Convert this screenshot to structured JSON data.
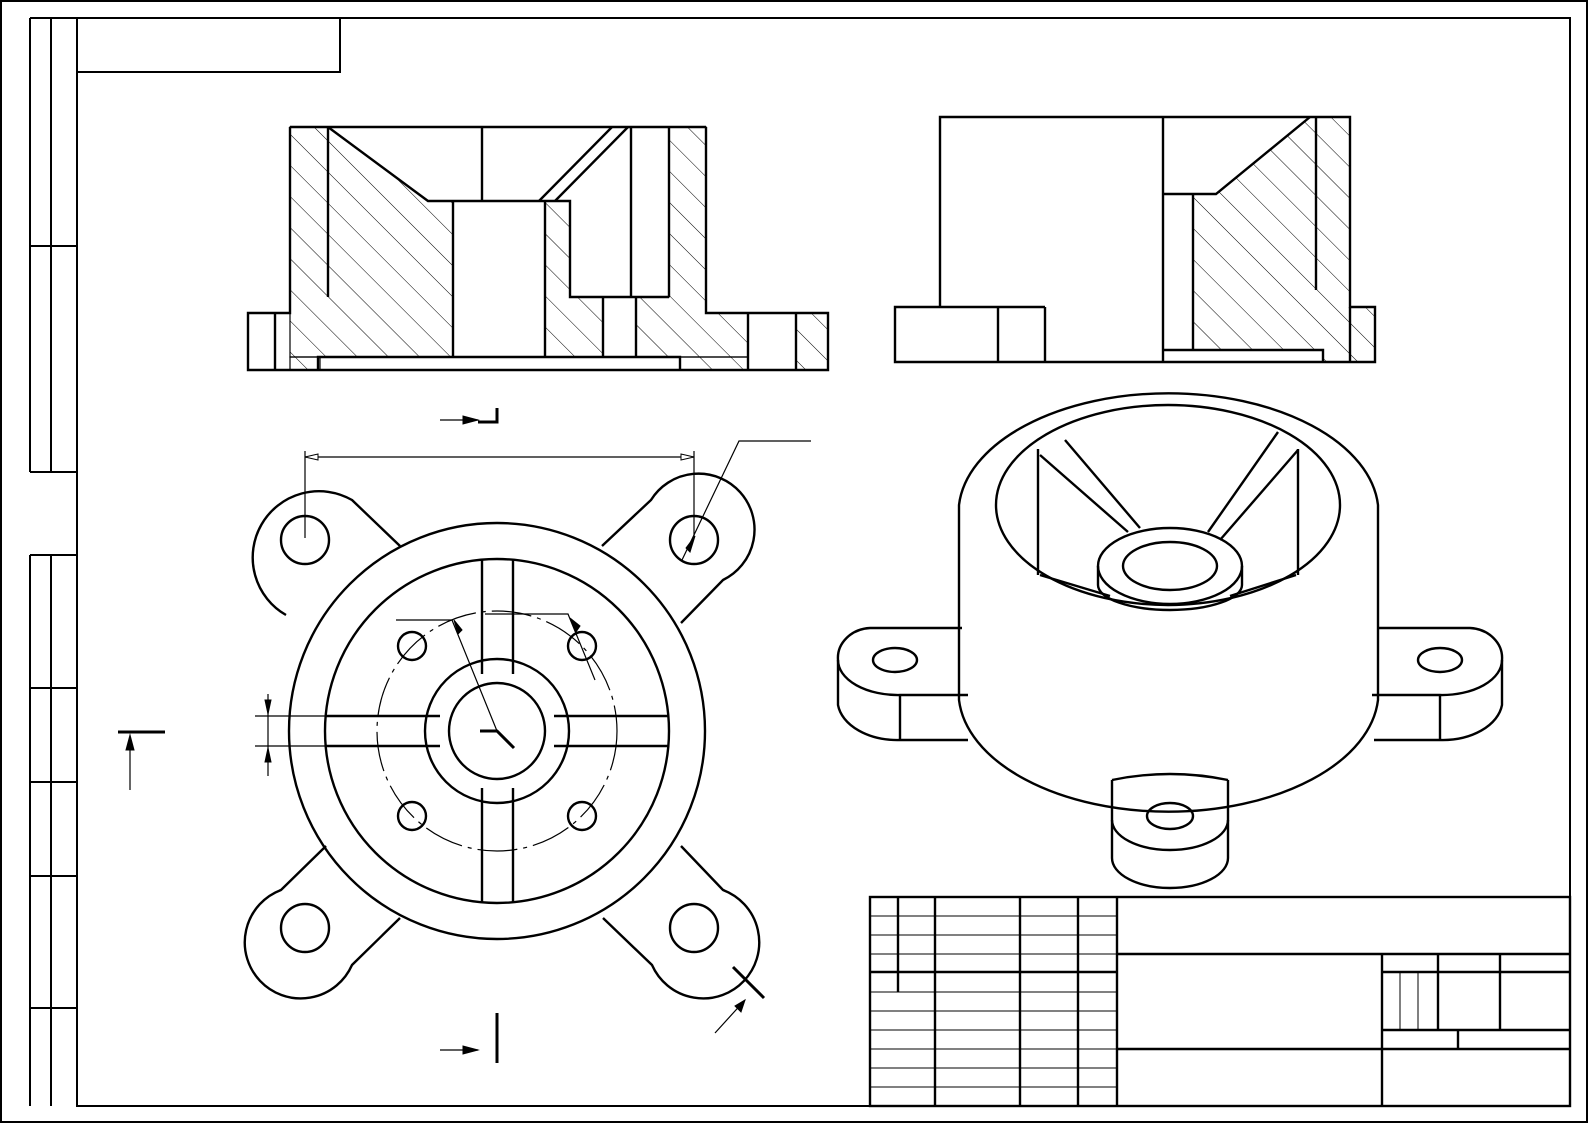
{
  "drawing": {
    "ink_color": "#000000",
    "paper_color": "#ffffff",
    "views": [
      "front-section-view",
      "side-section-view",
      "top-view",
      "isometric-view"
    ],
    "title_block": {}
  }
}
